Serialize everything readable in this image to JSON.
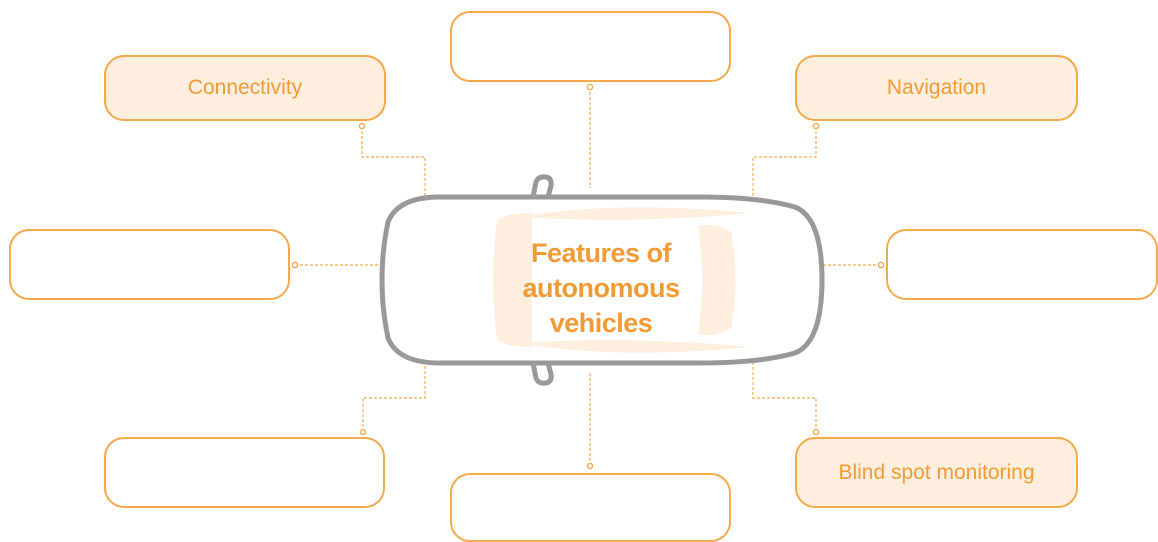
{
  "diagram": {
    "center_title_line1": "Features of",
    "center_title_line2": "autonomous vehicles",
    "boxes": {
      "top_left": {
        "label": "Connectivity"
      },
      "top_center": {
        "label": ""
      },
      "top_right": {
        "label": "Navigation"
      },
      "middle_left": {
        "label": ""
      },
      "middle_right": {
        "label": ""
      },
      "bottom_left": {
        "label": ""
      },
      "bottom_center": {
        "label": ""
      },
      "bottom_right": {
        "label": "Blind spot monitoring"
      }
    },
    "colors": {
      "accent": "#f29a35",
      "box_border": "#f4a94a",
      "box_fill": "#fdeedd",
      "connector": "#f4a94a",
      "car_outline": "#999999",
      "glass": "#fdeedd"
    }
  }
}
